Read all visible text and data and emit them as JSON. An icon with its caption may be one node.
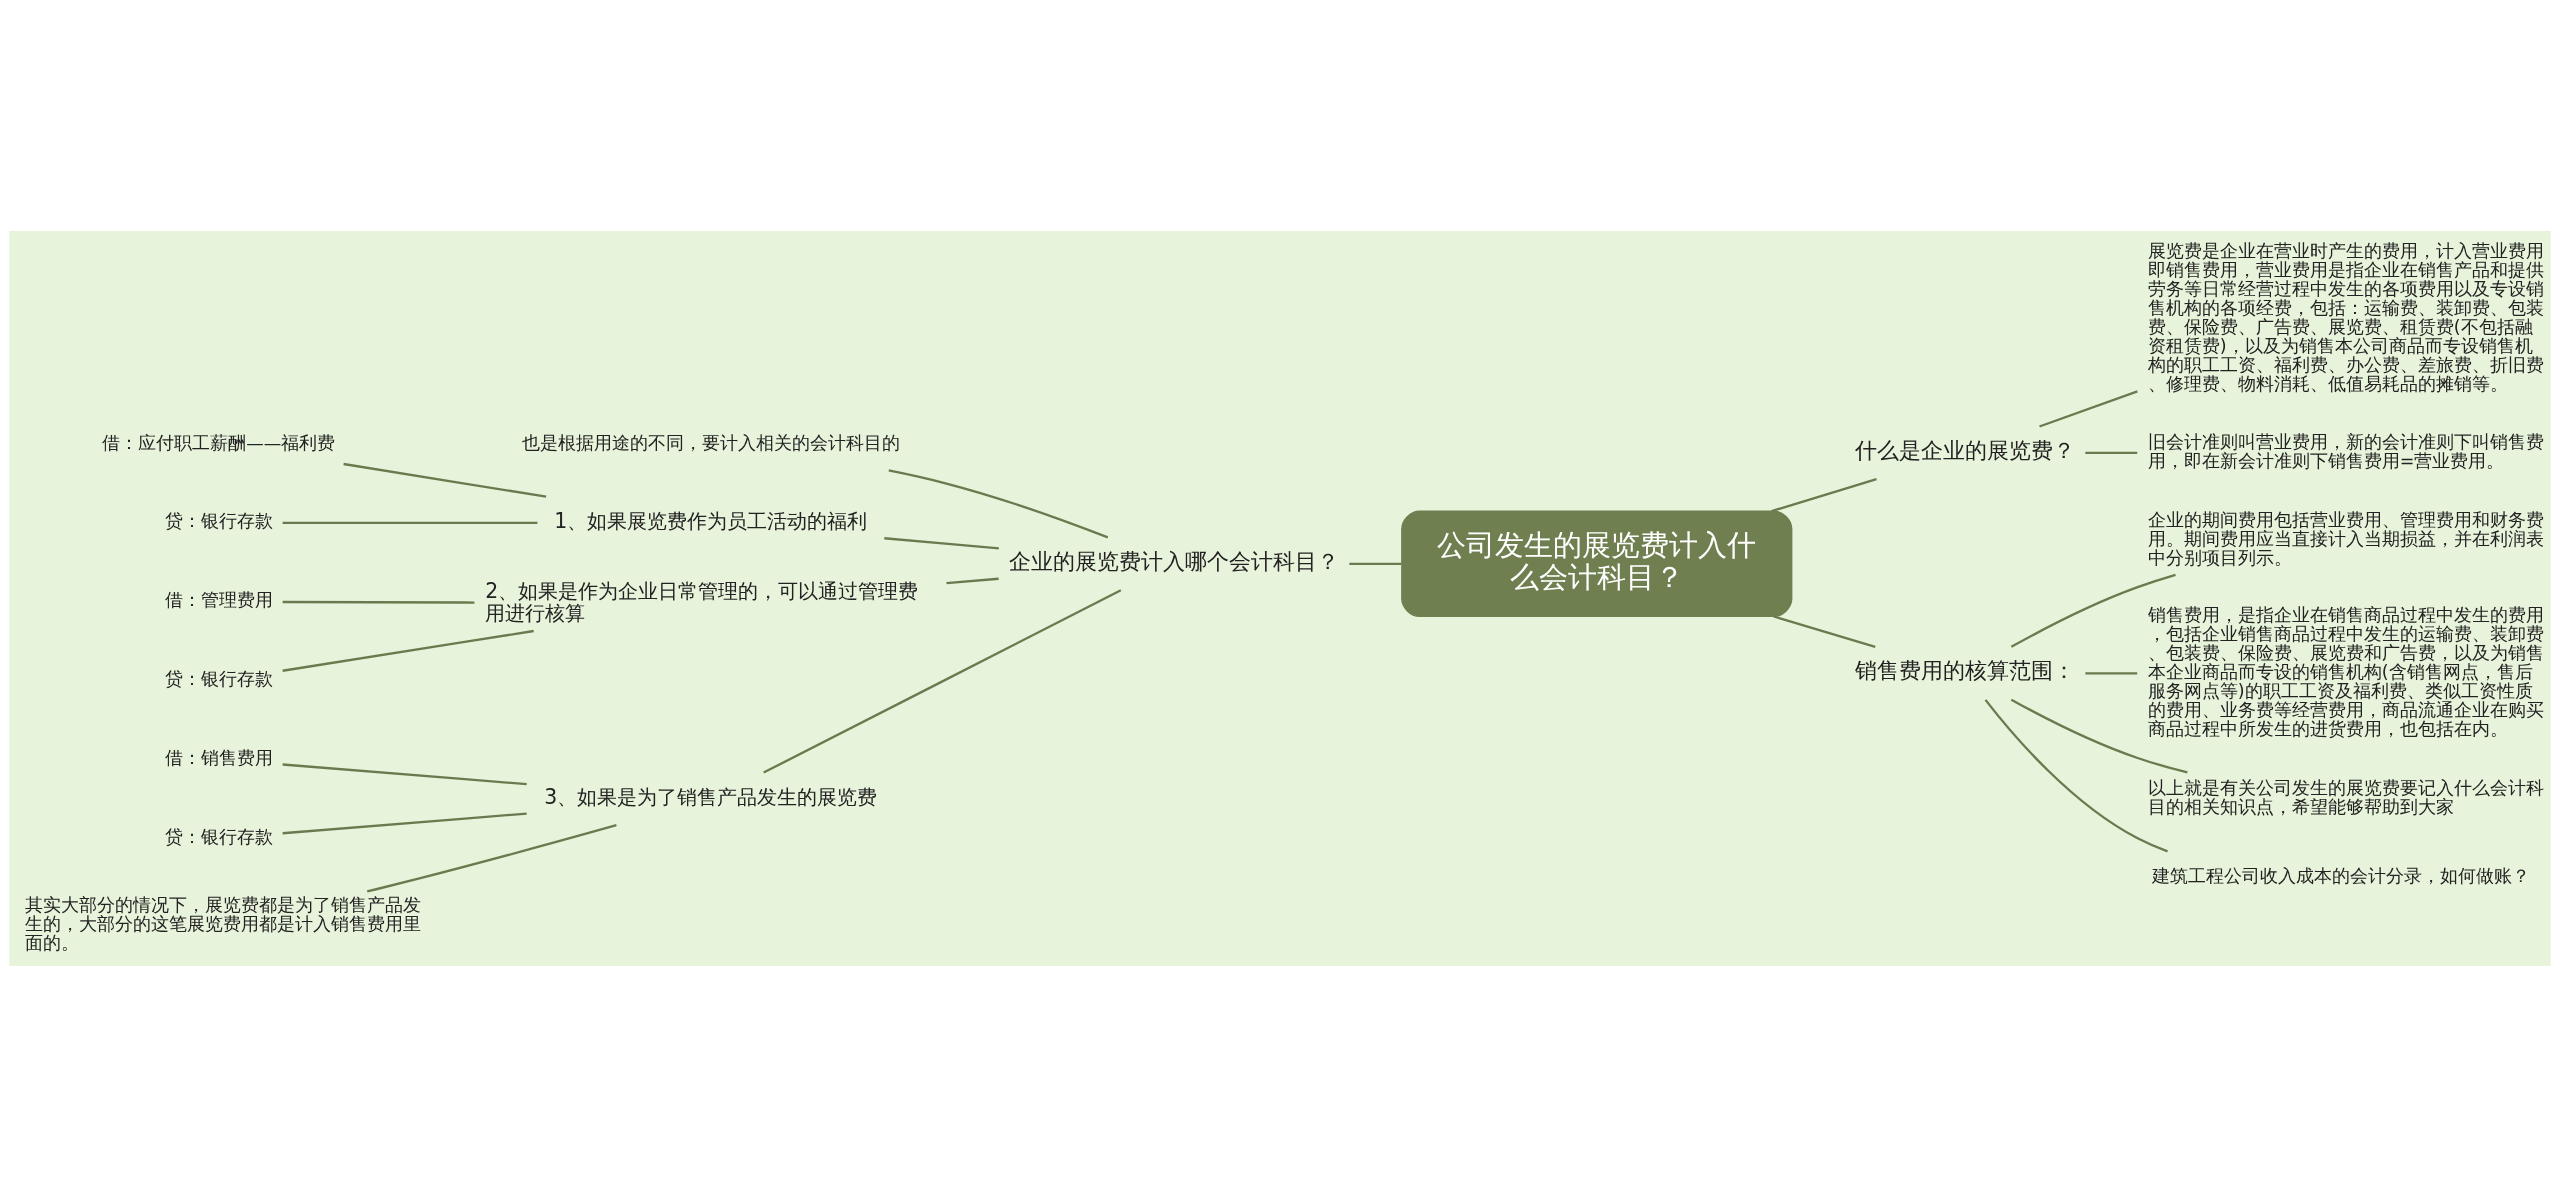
{
  "diagram": {
    "nodes": [
      {
        "text": [
          "公司发生的展览费计入什么会计科目？"
        ]
      },
      {
        "text": [
          "企业的展览费计入哪个会计科目？"
        ]
      },
      {
        "text": [
          "也是根据用途的不同，要计入相关的会计科目的"
        ]
      },
      {
        "text": [
          "1、如果展览费作为员工活动的福利"
        ]
      },
      {
        "text": [
          "借：应付职工薪酬——福利费"
        ]
      },
      {
        "text": [
          "贷：银行存款"
        ]
      },
      {
        "text": [
          "2、如果是作为企业日常管理的，可以通过管理费用进行核算"
        ]
      },
      {
        "text": [
          "借：管理费用"
        ]
      },
      {
        "text": [
          "贷：银行存款"
        ]
      },
      {
        "text": [
          "3、如果是为了销售产品发生的展览费"
        ]
      },
      {
        "text": [
          "借：销售费用"
        ]
      },
      {
        "text": [
          "贷：银行存款"
        ]
      },
      {
        "text": [
          "其实大部分的情况下，展览费都是为了销售产品发生的，大部分的这笔展览费用都是计入销售费用里面的。"
        ]
      },
      {
        "text": [
          "什么是企业的展览费？"
        ]
      },
      {
        "text": [
          "展览费是企业在营业时产生的费用，计入营业费用即销售费用，营业费用是指企业在销售产品和提供劳务等日常经营过程中发生的各项费用以及专设销售机构的各项经费，包括：运输费、装卸费、包装费、保险费、广告费、展览费、租赁费(不包括融资租赁费)，以及为销售本公司商品而专设销售机构的职工工资、福利费、办公费、差旅费、折旧费、修理费、物料消耗、低值易耗品的摊销等。"
        ]
      },
      {
        "text": [
          "旧会计准则叫营业费用，新的会计准则下叫销售费用，即在新会计准则下销售费用=营业费用。"
        ]
      },
      {
        "text": [
          "销售费用的核算范围："
        ]
      },
      {
        "text": [
          "企业的期间费用包括营业费用、管理费用和财务费用。期间费用应当直接计入当期损益，并在利润表中分别项目列示。"
        ]
      },
      {
        "text": [
          "销售费用，是指企业在销售商品过程中发生的费用，包括企业销售商品过程中发生的运输费、装卸费、包装费、保险费、展览费和广告费，以及为销售本企业商品而专设的销售机构(含销售网点，售后服务网点等)的职工工资及福利费、类似工资性质的费用、业务费等经营费用，商品流通企业在购买商品过程中所发生的进货费用，也包括在内。"
        ]
      },
      {
        "text": [
          "以上就是有关公司发生的展览费要记入什么会计科目的相关知识点，希望能够帮助到大家"
        ]
      },
      {
        "text": [
          "建筑工程公司收入成本的会计分录，如何做账？"
        ]
      }
    ],
    "edges": [
      {
        "from": 0,
        "to": 1,
        "arrow": "none"
      },
      {
        "from": 1,
        "to": 2,
        "arrow": "none"
      },
      {
        "from": 1,
        "to": 3,
        "arrow": "none"
      },
      {
        "from": 3,
        "to": 4,
        "arrow": "none"
      },
      {
        "from": 3,
        "to": 5,
        "arrow": "none"
      },
      {
        "from": 1,
        "to": 6,
        "arrow": "none"
      },
      {
        "from": 6,
        "to": 7,
        "arrow": "none"
      },
      {
        "from": 6,
        "to": 8,
        "arrow": "none"
      },
      {
        "from": 1,
        "to": 9,
        "arrow": "none"
      },
      {
        "from": 9,
        "to": 10,
        "arrow": "none"
      },
      {
        "from": 9,
        "to": 11,
        "arrow": "none"
      },
      {
        "from": 9,
        "to": 12,
        "arrow": "none"
      },
      {
        "from": 0,
        "to": 13,
        "arrow": "none"
      },
      {
        "from": 13,
        "to": 14,
        "arrow": "none"
      },
      {
        "from": 13,
        "to": 15,
        "arrow": "none"
      },
      {
        "from": 0,
        "to": 16,
        "arrow": "none"
      },
      {
        "from": 16,
        "to": 17,
        "arrow": "none"
      },
      {
        "from": 16,
        "to": 18,
        "arrow": "none"
      },
      {
        "from": 16,
        "to": 19,
        "arrow": "none"
      },
      {
        "from": 16,
        "to": 20,
        "arrow": "none"
      }
    ]
  }
}
